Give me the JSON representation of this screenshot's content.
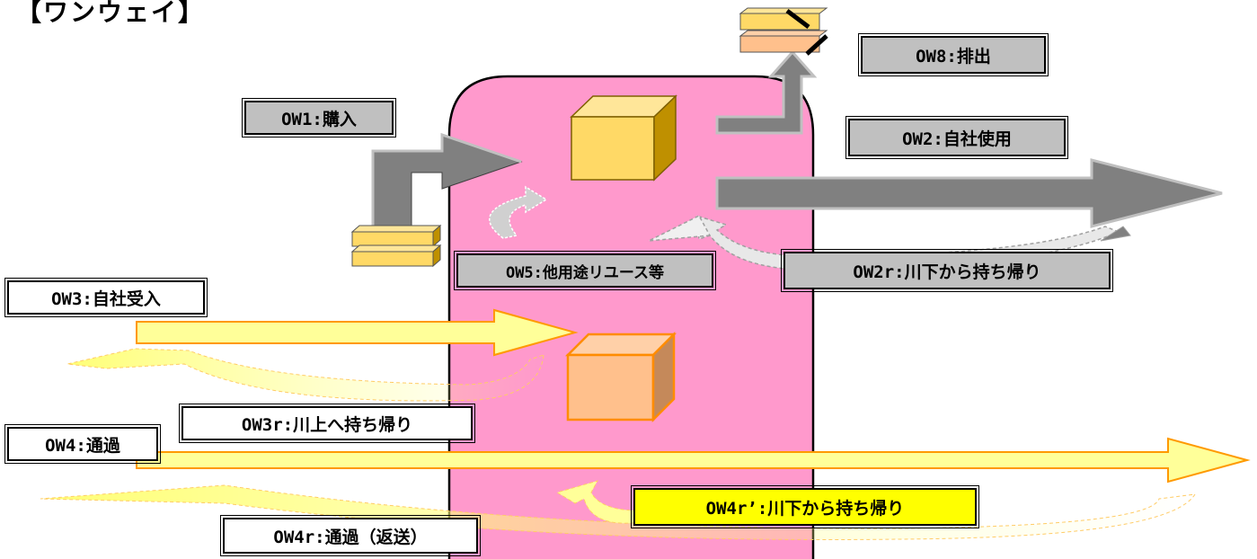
{
  "title": "【ワンウェイ】",
  "labels": {
    "ow1": "OW1:購入",
    "ow2": "OW2:自社使用",
    "ow2r": "OW2r:川下から持ち帰り",
    "ow3": "OW3:自社受入",
    "ow3r": "OW3r:川上へ持ち帰り",
    "ow4": "OW4:通過",
    "ow4r": "OW4r:通過（返送）",
    "ow4r_prime": "OW4r’:川下から持ち帰り",
    "ow5": "OW5:他用途リユース等",
    "ow8": "OW8:排出"
  },
  "colors": {
    "company_zone": "#ff99cc",
    "grey_flow": "#808080",
    "yellow_flow": "#ffff99",
    "box_yellow": "#ffd966",
    "box_orange": "#ffc08c",
    "label_grey": "#c0c0c0",
    "label_yellow": "#ffff00"
  },
  "icons": [
    "container-box-icon",
    "flat-container-icon",
    "discard-mark-icon"
  ]
}
